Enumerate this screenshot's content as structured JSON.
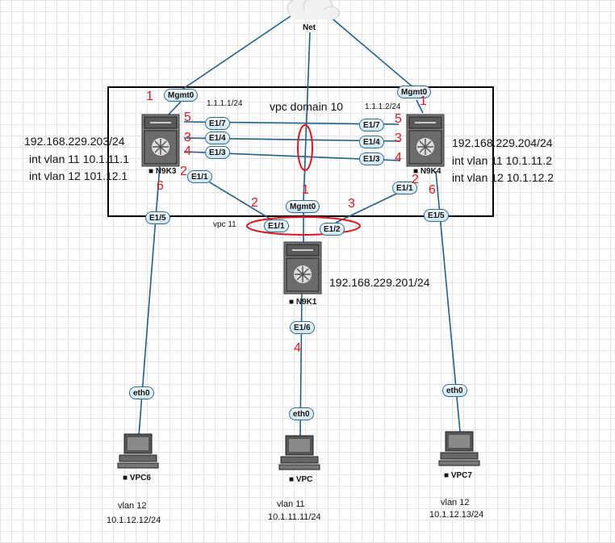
{
  "cloud": {
    "label": "Net"
  },
  "colors": {
    "link": "#1f5f8b",
    "annotation": "#e0161c",
    "domain_box": "#000000",
    "port_border": "#2b6d94"
  },
  "domain": {
    "label": "vpc domain 10"
  },
  "vpc_label": "vpc 11",
  "ports": {
    "mgmt_n9k3": "Mgmt0",
    "mgmt_n9k4": "Mgmt0",
    "mgmt_n9k1": "Mgmt0",
    "n9k3_e17": "E1/7",
    "n9k3_e14": "E1/4",
    "n9k3_e13": "E1/3",
    "n9k3_e11": "E1/1",
    "n9k3_e15": "E1/5",
    "n9k4_e17": "E1/7",
    "n9k4_e14": "E1/4",
    "n9k4_e13": "E1/3",
    "n9k4_e11": "E1/1",
    "n9k4_e15": "E1/5",
    "n9k1_e11": "E1/1",
    "n9k1_e12": "E1/2",
    "n9k1_e16": "E1/6",
    "vpc6_eth0": "eth0",
    "vpc_eth0": "eth0",
    "vpc7_eth0": "eth0"
  },
  "nodes": {
    "n9k3": {
      "name": "N9K3",
      "ip": "192.168.229.203/24",
      "vlan11": "int vlan 11 10.1.11.1",
      "vlan12": "int vlan 12 101.12.1",
      "keepalive": "1.1.1.1/24"
    },
    "n9k4": {
      "name": "N9K4",
      "ip": "192.168.229.204/24",
      "vlan11": "int vlan 11 10.1.11.2",
      "vlan12": "int vlan 12 10.1.12.2",
      "keepalive": "1.1.1.2/24"
    },
    "n9k1": {
      "name": "N9K1",
      "ip": "192.168.229.201/24"
    },
    "vpc6": {
      "name": "VPC6",
      "vlan": "vlan 12",
      "ip": "10.1.12.12/24"
    },
    "vpc": {
      "name": "VPC",
      "vlan": "vlan 11",
      "ip": "10.1.11.11/24"
    },
    "vpc7": {
      "name": "VPC7",
      "vlan": "vlan 12",
      "ip": "10.1.12.13/24"
    }
  },
  "annotations": {
    "n9k3_mgmt": "1",
    "n9k3_e17": "5",
    "n9k3_e14": "3",
    "n9k3_e13": "4",
    "n9k3_e11": "2",
    "n9k3_e15": "6",
    "n9k4_mgmt": "1",
    "n9k4_e17": "5",
    "n9k4_e14": "3",
    "n9k4_e13": "4",
    "n9k4_e11": "2",
    "n9k4_e15": "6",
    "n9k1_mgmt": "1",
    "n9k1_e11": "2",
    "n9k1_e12": "3",
    "n9k1_e16": "4"
  }
}
